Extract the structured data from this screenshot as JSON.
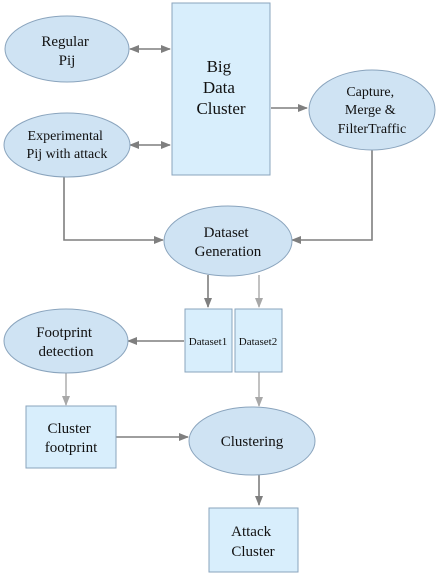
{
  "nodes": {
    "regular_pij": {
      "lines": [
        "Regular",
        "Pij"
      ]
    },
    "experimental_pij": {
      "lines": [
        "Experimental",
        "Pij with attack"
      ]
    },
    "big_data_cluster": {
      "lines": [
        "Big",
        "Data",
        "Cluster"
      ]
    },
    "capture_merge_filter": {
      "lines": [
        "Capture,",
        "Merge &",
        "FilterTraffic"
      ]
    },
    "dataset_generation": {
      "lines": [
        "Dataset",
        "Generation"
      ]
    },
    "dataset1": {
      "lines": [
        "Dataset1"
      ]
    },
    "dataset2": {
      "lines": [
        "Dataset2"
      ]
    },
    "footprint_detection": {
      "lines": [
        "Footprint",
        "detection"
      ]
    },
    "cluster_footprint": {
      "lines": [
        "Cluster",
        "footprint"
      ]
    },
    "clustering": {
      "lines": [
        "Clustering"
      ]
    },
    "attack_cluster": {
      "lines": [
        "Attack",
        "Cluster"
      ]
    }
  }
}
